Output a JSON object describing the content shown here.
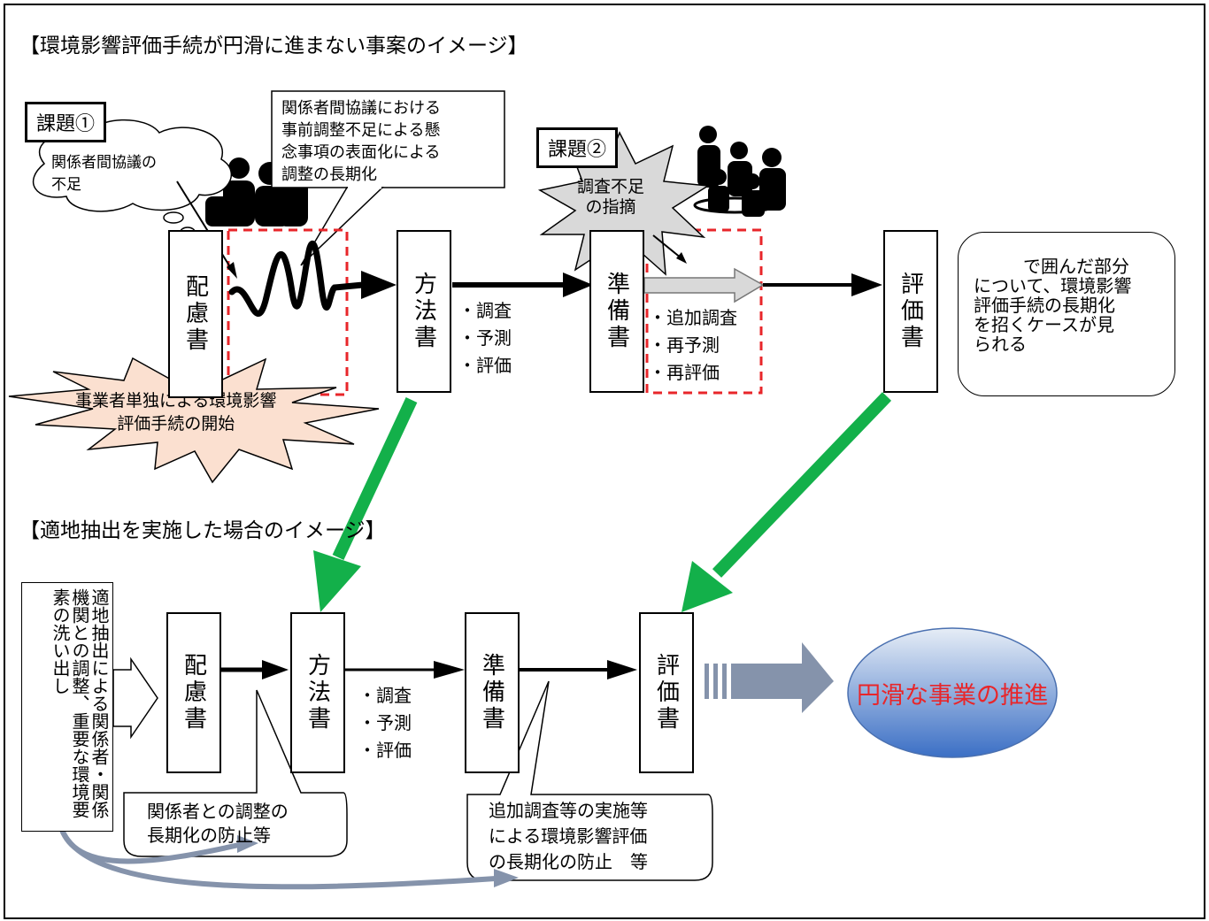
{
  "top": {
    "title": "【環境影響評価手続が円滑に進まない事案のイメージ】",
    "kadai1": "課題①",
    "kadai2": "課題②",
    "cloud_text": "関係者間協議の\n不足",
    "callout_text": "関係者間協議における\n事前調整不足による懸\n念事項の表面化による\n調整の長期化",
    "burst_gray_text": "調査不足\nの指摘",
    "burst_peach_text": "事業者単独による環境影響\n評価手続の開始",
    "box_hairyo": "配慮書",
    "box_houhou": "方法書",
    "box_junbi": "準備書",
    "box_hyouka": "評価書",
    "bullets_houhou": [
      "・調査",
      "・予測",
      "・評価"
    ],
    "bullets_junbi": [
      "・追加調査",
      "・再予測",
      "・再評価"
    ],
    "legend_text": "で囲んだ部分\nについて、環境影響\n評価手続の長期化\nを招くケースが見\nられる"
  },
  "bottom": {
    "title": "【適地抽出を実施した場合のイメージ】",
    "vertical_note": "適地抽出による関係者・関係機関との調整、重要な環境要素の洗い出し",
    "box_hairyo": "配慮書",
    "box_houhou": "方法書",
    "box_junbi": "準備書",
    "box_hyouka": "評価書",
    "bullets_houhou": [
      "・調査",
      "・予測",
      "・評価"
    ],
    "callout_left": "関係者との調整の\n長期化の防止等",
    "callout_right": "追加調査等の実施等\nによる環境影響評価\nの長期化の防止　等",
    "result_text": "円滑な事業の推進"
  },
  "colors": {
    "green_arrow": "#13b04a",
    "gray_arrow": "#8593ab",
    "red_dash": "#e8262a",
    "peach_burst": "#fbe0d0",
    "gray_burst": "#d9d9d9",
    "result_fill_top": "#dce6f2",
    "result_fill_bottom": "#3b6fc5",
    "result_text": "#e8262a"
  }
}
